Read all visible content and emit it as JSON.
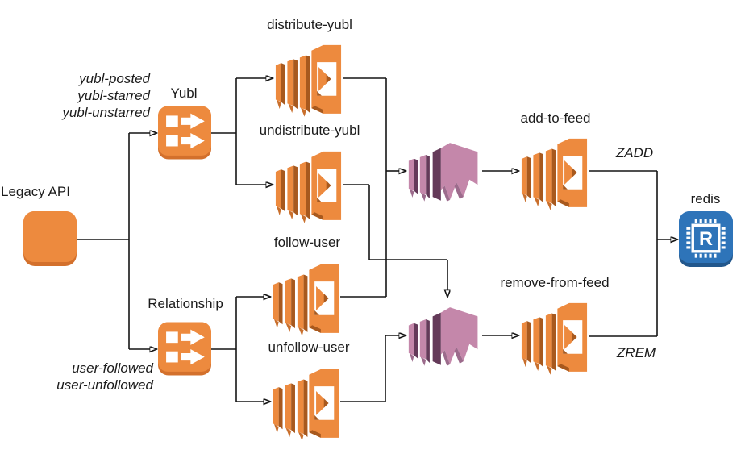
{
  "diagram": {
    "nodes": [
      {
        "id": "legacy-api",
        "type": "api-client",
        "label": "Legacy API"
      },
      {
        "id": "yubl-topic",
        "type": "sns-topic",
        "label": "Yubl"
      },
      {
        "id": "relationship-topic",
        "type": "sns-topic",
        "label": "Relationship"
      },
      {
        "id": "distribute-yubl",
        "type": "lambda-function",
        "label": "distribute-yubl"
      },
      {
        "id": "undistribute-yubl",
        "type": "lambda-function",
        "label": "undistribute-yubl"
      },
      {
        "id": "follow-user",
        "type": "lambda-function",
        "label": "follow-user"
      },
      {
        "id": "unfollow-user",
        "type": "lambda-function",
        "label": "unfollow-user"
      },
      {
        "id": "kinesis-stream-add",
        "type": "kinesis-stream",
        "label": ""
      },
      {
        "id": "kinesis-stream-remove",
        "type": "kinesis-stream",
        "label": ""
      },
      {
        "id": "add-to-feed",
        "type": "lambda-function",
        "label": "add-to-feed"
      },
      {
        "id": "remove-from-feed",
        "type": "lambda-function",
        "label": "remove-from-feed"
      },
      {
        "id": "redis",
        "type": "elasticache-redis",
        "label": "redis"
      }
    ],
    "event_labels": {
      "yubl_topic": [
        "yubl-posted",
        "yubl-starred",
        "yubl-unstarred"
      ],
      "relationship_topic": [
        "user-followed",
        "user-unfollowed"
      ]
    },
    "ops": {
      "zadd": "ZADD",
      "zrem": "ZREM"
    },
    "redis_letter": "R",
    "colors": {
      "aws_orange": "#ED8A3E",
      "aws_orange_dark": "#A8591E",
      "kinesis_purple": "#C487AA",
      "kinesis_purple_dark": "#643A59",
      "redis_blue": "#2E74B9",
      "line": "#151515",
      "background": "#ffffff"
    },
    "edges": [
      {
        "from": "legacy-api",
        "to": "yubl-topic"
      },
      {
        "from": "legacy-api",
        "to": "relationship-topic"
      },
      {
        "from": "yubl-topic",
        "to": "distribute-yubl"
      },
      {
        "from": "yubl-topic",
        "to": "undistribute-yubl"
      },
      {
        "from": "relationship-topic",
        "to": "follow-user"
      },
      {
        "from": "relationship-topic",
        "to": "unfollow-user"
      },
      {
        "from": "distribute-yubl",
        "to": "kinesis-stream-add"
      },
      {
        "from": "follow-user",
        "to": "kinesis-stream-add"
      },
      {
        "from": "undistribute-yubl",
        "to": "kinesis-stream-remove"
      },
      {
        "from": "unfollow-user",
        "to": "kinesis-stream-remove"
      },
      {
        "from": "kinesis-stream-add",
        "to": "add-to-feed"
      },
      {
        "from": "kinesis-stream-remove",
        "to": "remove-from-feed"
      },
      {
        "from": "add-to-feed",
        "to": "redis",
        "operation": "ZADD"
      },
      {
        "from": "remove-from-feed",
        "to": "redis",
        "operation": "ZREM"
      }
    ]
  }
}
